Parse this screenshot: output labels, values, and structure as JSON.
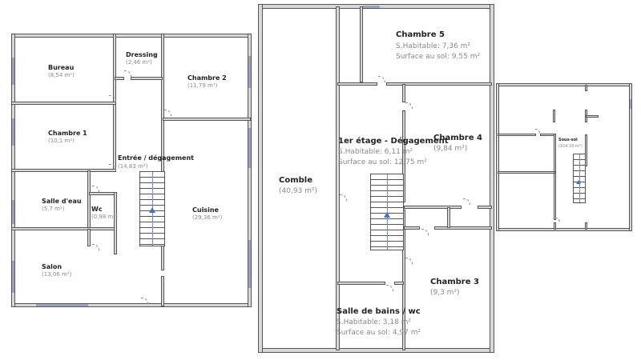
{
  "plans": {
    "ground_floor": {
      "rooms": [
        {
          "name": "Bureau",
          "area": "(8,54 m²)"
        },
        {
          "name": "Dressing",
          "area": "(2,46 m²)"
        },
        {
          "name": "Chambre 2",
          "area": "(11,79 m²)"
        },
        {
          "name": "Chambre 1",
          "area": "(10,1 m²)"
        },
        {
          "name": "Entrée / dégagement",
          "area": "(14,83 m²)"
        },
        {
          "name": "Salle d'eau",
          "area": "(5,7 m²)"
        },
        {
          "name": "Wc",
          "area": "(0,98 m²)"
        },
        {
          "name": "Cuisine",
          "area": "(29,36 m²)"
        },
        {
          "name": "Salon",
          "area": "(13,06 m²)"
        }
      ]
    },
    "upper_floor": {
      "rooms": [
        {
          "name": "Chambre 5",
          "line1": "S.Habitable: 7,36 m²",
          "line2": "Surface au sol: 9,55 m²"
        },
        {
          "name": "1er étage - Dégagement",
          "line1": "S.Habitable: 6,11 m²",
          "line2": "Surface au sol: 12,75 m²"
        },
        {
          "name": "Chambre 4",
          "area": "(9,84 m²)"
        },
        {
          "name": "Comble",
          "area": "(40,93 m²)"
        },
        {
          "name": "Chambre 3",
          "area": "(9,3 m²)"
        },
        {
          "name": "Salle de bains / wc",
          "line1": "S.Habitable: 3,18 m²",
          "line2": "Surface au sol: 4,97 m²"
        }
      ]
    },
    "basement": {
      "rooms": [
        {
          "name": "Sous-sol",
          "area": "(104,16 m²)"
        }
      ]
    }
  },
  "colors": {
    "wall_fill": "#d8d8d8",
    "wall_stroke": "#555555",
    "window": "#9aa3c4",
    "stair_arrow": "#3d6fd6",
    "label": "#222222",
    "area_text": "#8a8a8a"
  }
}
